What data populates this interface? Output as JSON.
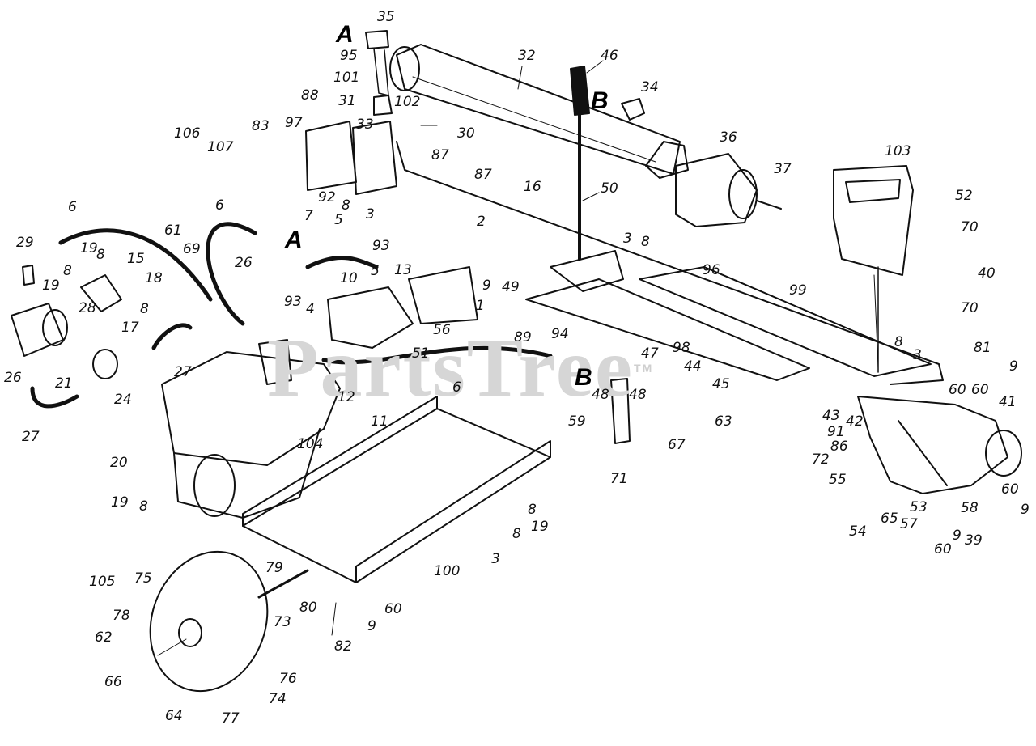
{
  "watermark": "PartsTree",
  "trademark": "TM",
  "markers": {
    "a": "A",
    "b": "B"
  },
  "callouts": {
    "c1": "35",
    "c2": "95",
    "c3": "101",
    "c4": "102",
    "c5": "32",
    "c6": "46",
    "c7": "34",
    "c8": "88",
    "c9": "31",
    "c10": "97",
    "c11": "33",
    "c12": "30",
    "c13": "106",
    "c14": "83",
    "c15": "107",
    "c16": "87",
    "c17": "87",
    "c18": "36",
    "c19": "37",
    "c20": "103",
    "c21": "92",
    "c22": "8",
    "c23": "50",
    "c24": "52",
    "c25": "70",
    "c26": "16",
    "c27": "6",
    "c28": "6",
    "c29": "7",
    "c30": "5",
    "c31": "3",
    "c32": "2",
    "c33": "3",
    "c34": "8",
    "c35": "29",
    "c36": "19",
    "c37": "8",
    "c38": "61",
    "c39": "69",
    "c40": "8",
    "c41": "15",
    "c42": "26",
    "c43": "93",
    "c44": "13",
    "c45": "9",
    "c46": "5",
    "c47": "10",
    "c48": "49",
    "c49": "96",
    "c50": "40",
    "c51": "19",
    "c52": "28",
    "c53": "18",
    "c54": "8",
    "c55": "17",
    "c56": "93",
    "c57": "4",
    "c58": "1",
    "c59": "56",
    "c60": "99",
    "c61": "70",
    "c62": "89",
    "c63": "94",
    "c64": "98",
    "c65": "8",
    "c66": "3",
    "c67": "81",
    "c68": "51",
    "c69": "47",
    "c70": "9",
    "c71": "27",
    "c72": "26",
    "c73": "21",
    "c74": "24",
    "c75": "44",
    "c76": "60",
    "c77": "60",
    "c78": "6",
    "c79": "48",
    "c80": "48",
    "c81": "45",
    "c82": "41",
    "c83": "12",
    "c84": "43",
    "c85": "42",
    "c86": "27",
    "c87": "11",
    "c88": "59",
    "c89": "63",
    "c90": "91",
    "c91": "86",
    "c92": "67",
    "c93": "104",
    "c94": "20",
    "c95": "72",
    "c96": "71",
    "c97": "55",
    "c98": "60",
    "c99": "19",
    "c100": "8",
    "c101": "53",
    "c102": "58",
    "c103": "9",
    "c104": "8",
    "c105": "65",
    "c106": "57",
    "c107": "54",
    "c108": "8",
    "c109": "19",
    "c110": "9",
    "c111": "39",
    "c112": "60",
    "c113": "3",
    "c114": "100",
    "c115": "79",
    "c116": "105",
    "c117": "75",
    "c118": "80",
    "c119": "73",
    "c120": "60",
    "c121": "78",
    "c122": "9",
    "c123": "62",
    "c124": "82",
    "c125": "76",
    "c126": "66",
    "c127": "74",
    "c128": "64",
    "c129": "77"
  }
}
